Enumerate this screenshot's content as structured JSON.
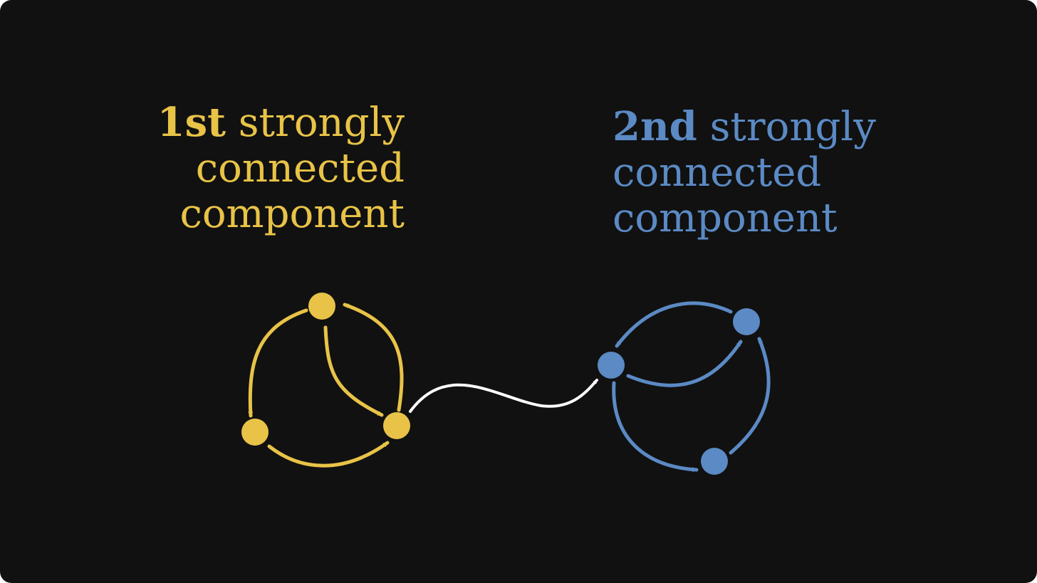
{
  "colors": {
    "background": "#111111",
    "component_1": "#E8C347",
    "component_2": "#5B8AC4",
    "bridge_edge": "#FFFFFF"
  },
  "component_1": {
    "ordinal": "1st",
    "line1_rest": " strongly",
    "line2": "connected",
    "line3": "component"
  },
  "component_2": {
    "ordinal": "2nd",
    "line1_rest": " strongly",
    "line2": "connected",
    "line3": "component"
  }
}
